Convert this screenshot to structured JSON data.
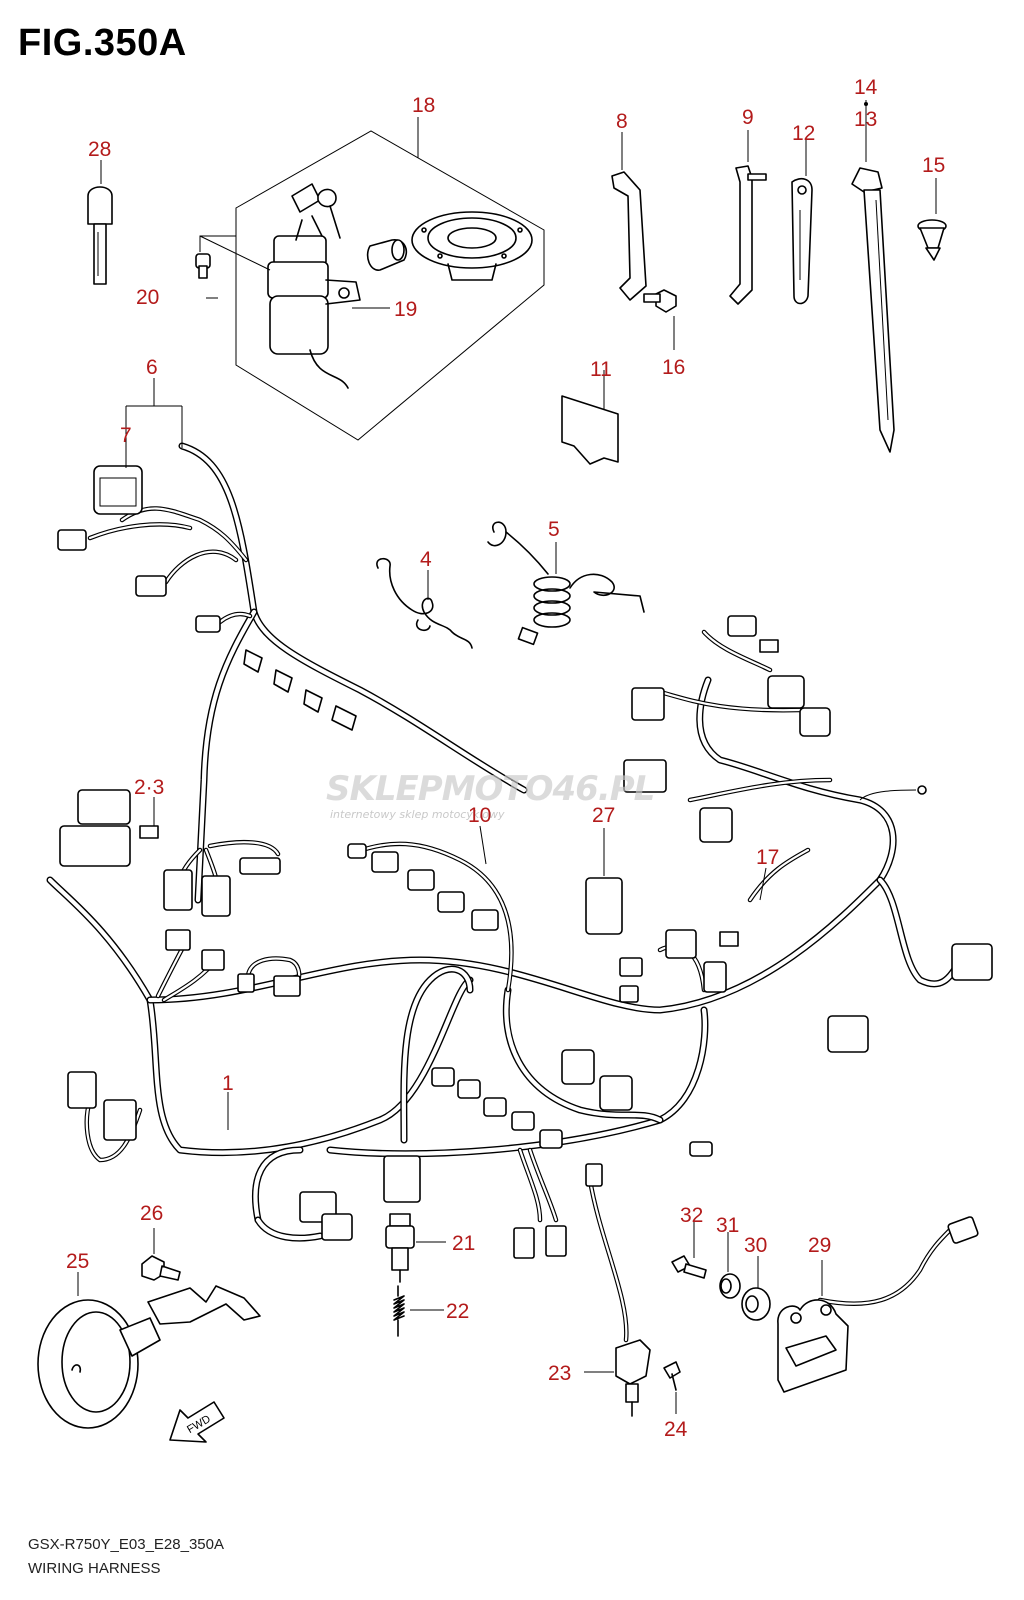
{
  "figure": {
    "title": "FIG.350A",
    "model_code": "GSX-R750Y_E03_E28_350A",
    "name": "WIRING HARNESS"
  },
  "watermark": {
    "main": "SKLEPMOTO46.PL",
    "sub": "internetowy sklep motocyklowy"
  },
  "callouts": {
    "c1": "1",
    "c23": "2·3",
    "c4": "4",
    "c5": "5",
    "c6": "6",
    "c7": "7",
    "c8": "8",
    "c9": "9",
    "c10": "10",
    "c11": "11",
    "c12": "12",
    "c13": "13",
    "c14": "14",
    "c15": "15",
    "c16": "16",
    "c17": "17",
    "c18": "18",
    "c19": "19",
    "c20": "20",
    "c21": "21",
    "c22": "22",
    "c23b": "23",
    "c24": "24",
    "c25": "25",
    "c26": "26",
    "c27": "27",
    "c28": "28",
    "c29": "29",
    "c30": "30",
    "c31": "31",
    "c32": "32"
  },
  "fwd_label": "FWD",
  "colors": {
    "callout": "#b31b1b",
    "line": "#000000",
    "watermark": "#c9c9c9"
  }
}
